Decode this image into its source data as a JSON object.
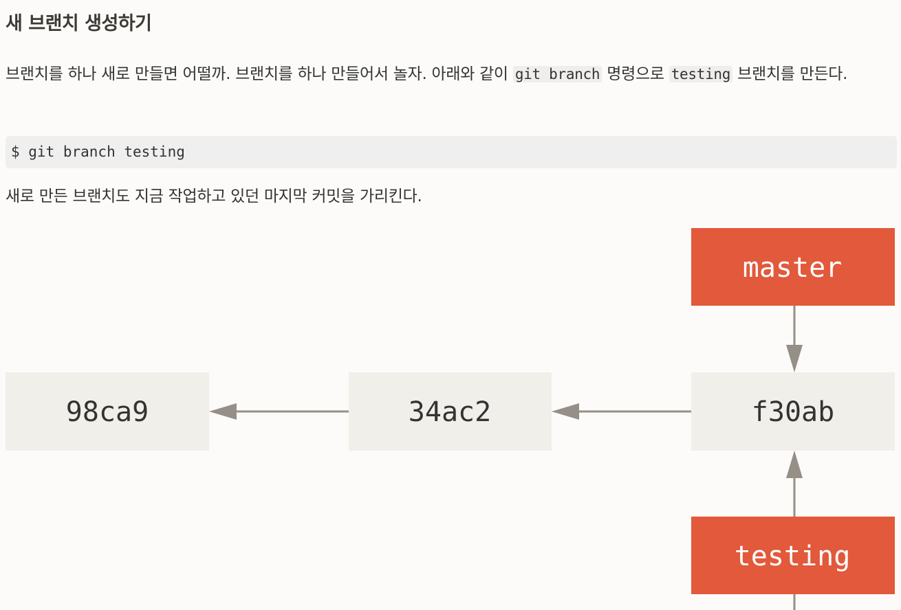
{
  "section": {
    "title": "새 브랜치 생성하기"
  },
  "paragraph1": {
    "text_before": "브랜치를 하나 새로 만들면 어떨까. 브랜치를 하나 만들어서 놀자. 아래와 같이 ",
    "code1": "git branch",
    "text_middle": " 명령으로 ",
    "code2": "testing",
    "text_after": " 브랜치를 만든다."
  },
  "code_block": {
    "command": "$ git branch testing"
  },
  "paragraph2": {
    "text": "새로 만든 브랜치도 지금 작업하고 있던 마지막 커밋을 가리킨다."
  },
  "diagram": {
    "commits": [
      "98ca9",
      "34ac2",
      "f30ab"
    ],
    "branches": {
      "master": "master",
      "testing": "testing"
    },
    "colors": {
      "commit_fill": "#f0efe9",
      "branch_fill": "#e2593b",
      "arrow": "#958f87",
      "commit_text": "#333333",
      "branch_text": "#ffffff"
    }
  }
}
